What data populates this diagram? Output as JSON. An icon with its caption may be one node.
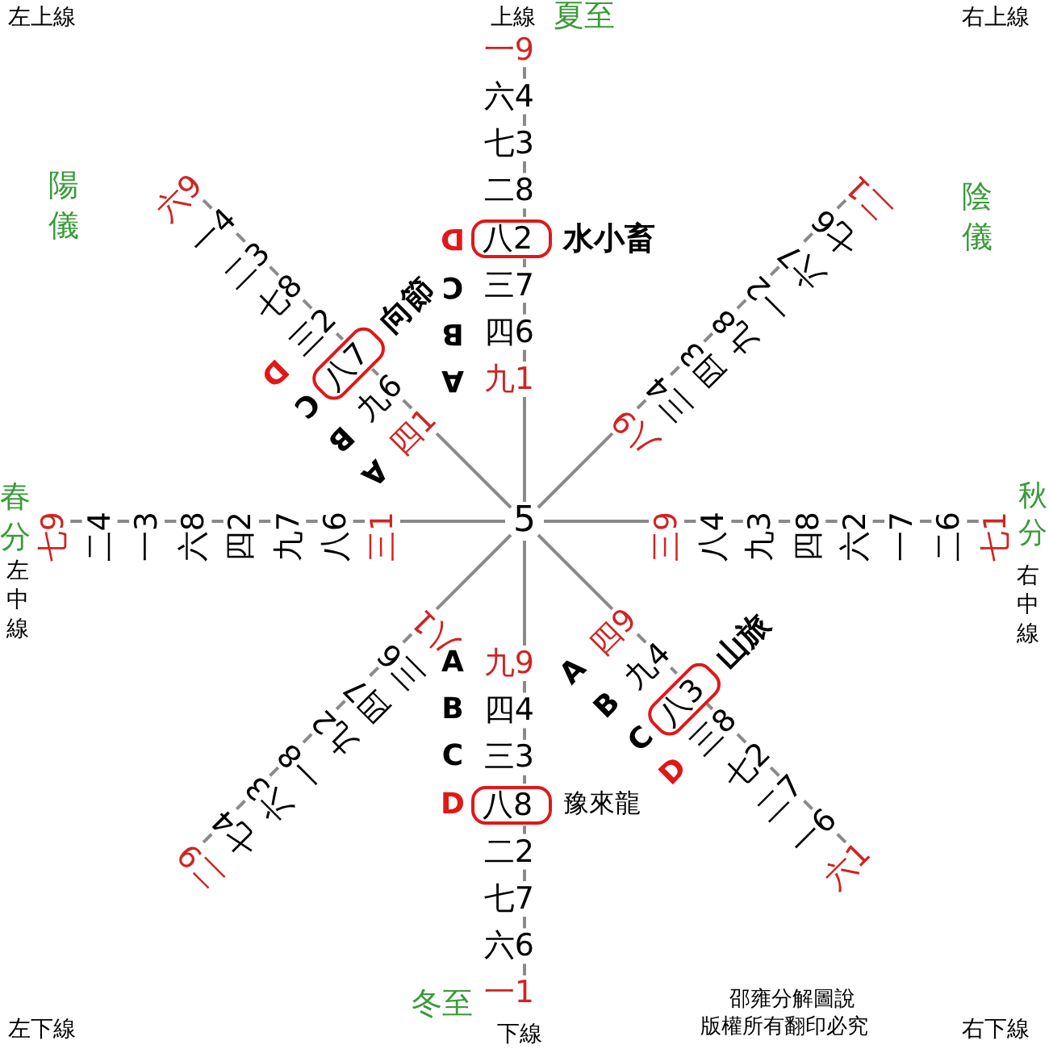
{
  "diagram": {
    "nodes": [
      {
        "text": [
          "5"
        ]
      },
      {
        "text": [
          "九1"
        ]
      },
      {
        "text": [
          "四6"
        ]
      },
      {
        "text": [
          "三7"
        ]
      },
      {
        "text": [
          "八2"
        ],
        "beside": [
          "水小畜"
        ]
      },
      {
        "text": [
          "二8"
        ]
      },
      {
        "text": [
          "七3"
        ]
      },
      {
        "text": [
          "六4"
        ]
      },
      {
        "text": [
          "一9"
        ]
      },
      {
        "text": [
          "八9"
        ]
      },
      {
        "text": [
          "三4"
        ]
      },
      {
        "text": [
          "四3"
        ]
      },
      {
        "text": [
          "九8"
        ]
      },
      {
        "text": [
          "一2"
        ]
      },
      {
        "text": [
          "六7"
        ]
      },
      {
        "text": [
          "七6"
        ]
      },
      {
        "text": [
          "二1"
        ]
      },
      {
        "text": [
          "三9"
        ]
      },
      {
        "text": [
          "八4"
        ]
      },
      {
        "text": [
          "九3"
        ]
      },
      {
        "text": [
          "四8"
        ]
      },
      {
        "text": [
          "六2"
        ]
      },
      {
        "text": [
          "一7"
        ]
      },
      {
        "text": [
          "二6"
        ]
      },
      {
        "text": [
          "七1"
        ]
      },
      {
        "text": [
          "四9"
        ]
      },
      {
        "text": [
          "九4"
        ]
      },
      {
        "text": [
          "八3"
        ],
        "beside": [
          "山旅"
        ]
      },
      {
        "text": [
          "三8"
        ]
      },
      {
        "text": [
          "七2"
        ]
      },
      {
        "text": [
          "二7"
        ]
      },
      {
        "text": [
          "一6"
        ]
      },
      {
        "text": [
          "六1"
        ]
      },
      {
        "text": [
          "九9"
        ]
      },
      {
        "text": [
          "四4"
        ]
      },
      {
        "text": [
          "三3"
        ]
      },
      {
        "text": [
          "八8"
        ],
        "beside": [
          "豫來龍"
        ]
      },
      {
        "text": [
          "二2"
        ]
      },
      {
        "text": [
          "七7"
        ]
      },
      {
        "text": [
          "六6"
        ]
      },
      {
        "text": [
          "一1"
        ]
      },
      {
        "text": [
          "八1"
        ]
      },
      {
        "text": [
          "三6"
        ]
      },
      {
        "text": [
          "四7"
        ]
      },
      {
        "text": [
          "九2"
        ]
      },
      {
        "text": [
          "一8"
        ]
      },
      {
        "text": [
          "六3"
        ]
      },
      {
        "text": [
          "七4"
        ]
      },
      {
        "text": [
          "二9"
        ]
      },
      {
        "text": [
          "三1"
        ]
      },
      {
        "text": [
          "八6"
        ]
      },
      {
        "text": [
          "九7"
        ]
      },
      {
        "text": [
          "四2"
        ]
      },
      {
        "text": [
          "六8"
        ]
      },
      {
        "text": [
          "一3"
        ]
      },
      {
        "text": [
          "二4"
        ]
      },
      {
        "text": [
          "七9"
        ]
      },
      {
        "text": [
          "四1"
        ]
      },
      {
        "text": [
          "九6"
        ]
      },
      {
        "text": [
          "八7"
        ],
        "beside": [
          "向節"
        ]
      },
      {
        "text": [
          "三2"
        ]
      },
      {
        "text": [
          "七8"
        ]
      },
      {
        "text": [
          "二3"
        ]
      },
      {
        "text": [
          "一4"
        ]
      },
      {
        "text": [
          "六9"
        ]
      }
    ],
    "edges": [
      {
        "from": 0,
        "to": 1,
        "arrow": "none"
      },
      {
        "from": 1,
        "to": 2,
        "arrow": "none"
      },
      {
        "from": 2,
        "to": 3,
        "arrow": "none"
      },
      {
        "from": 3,
        "to": 4,
        "arrow": "none"
      },
      {
        "from": 4,
        "to": 5,
        "arrow": "none"
      },
      {
        "from": 5,
        "to": 6,
        "arrow": "none"
      },
      {
        "from": 6,
        "to": 7,
        "arrow": "none"
      },
      {
        "from": 7,
        "to": 8,
        "arrow": "none"
      },
      {
        "from": 0,
        "to": 9,
        "arrow": "none"
      },
      {
        "from": 9,
        "to": 10,
        "arrow": "none"
      },
      {
        "from": 10,
        "to": 11,
        "arrow": "none"
      },
      {
        "from": 11,
        "to": 12,
        "arrow": "none"
      },
      {
        "from": 12,
        "to": 13,
        "arrow": "none"
      },
      {
        "from": 13,
        "to": 14,
        "arrow": "none"
      },
      {
        "from": 14,
        "to": 15,
        "arrow": "none"
      },
      {
        "from": 15,
        "to": 16,
        "arrow": "none"
      },
      {
        "from": 0,
        "to": 17,
        "arrow": "none"
      },
      {
        "from": 17,
        "to": 18,
        "arrow": "none"
      },
      {
        "from": 18,
        "to": 19,
        "arrow": "none"
      },
      {
        "from": 19,
        "to": 20,
        "arrow": "none"
      },
      {
        "from": 20,
        "to": 21,
        "arrow": "none"
      },
      {
        "from": 21,
        "to": 22,
        "arrow": "none"
      },
      {
        "from": 22,
        "to": 23,
        "arrow": "none"
      },
      {
        "from": 23,
        "to": 24,
        "arrow": "none"
      },
      {
        "from": 0,
        "to": 25,
        "arrow": "none"
      },
      {
        "from": 25,
        "to": 26,
        "arrow": "none"
      },
      {
        "from": 26,
        "to": 27,
        "arrow": "none"
      },
      {
        "from": 27,
        "to": 28,
        "arrow": "none"
      },
      {
        "from": 28,
        "to": 29,
        "arrow": "none"
      },
      {
        "from": 29,
        "to": 30,
        "arrow": "none"
      },
      {
        "from": 30,
        "to": 31,
        "arrow": "none"
      },
      {
        "from": 31,
        "to": 32,
        "arrow": "none"
      },
      {
        "from": 0,
        "to": 33,
        "arrow": "none"
      },
      {
        "from": 33,
        "to": 34,
        "arrow": "none"
      },
      {
        "from": 34,
        "to": 35,
        "arrow": "none"
      },
      {
        "from": 35,
        "to": 36,
        "arrow": "none"
      },
      {
        "from": 36,
        "to": 37,
        "arrow": "none"
      },
      {
        "from": 37,
        "to": 38,
        "arrow": "none"
      },
      {
        "from": 38,
        "to": 39,
        "arrow": "none"
      },
      {
        "from": 39,
        "to": 40,
        "arrow": "none"
      },
      {
        "from": 0,
        "to": 41,
        "arrow": "none"
      },
      {
        "from": 41,
        "to": 42,
        "arrow": "none"
      },
      {
        "from": 42,
        "to": 43,
        "arrow": "none"
      },
      {
        "from": 43,
        "to": 44,
        "arrow": "none"
      },
      {
        "from": 44,
        "to": 45,
        "arrow": "none"
      },
      {
        "from": 45,
        "to": 46,
        "arrow": "none"
      },
      {
        "from": 46,
        "to": 47,
        "arrow": "none"
      },
      {
        "from": 47,
        "to": 48,
        "arrow": "none"
      },
      {
        "from": 0,
        "to": 49,
        "arrow": "none"
      },
      {
        "from": 49,
        "to": 50,
        "arrow": "none"
      },
      {
        "from": 50,
        "to": 51,
        "arrow": "none"
      },
      {
        "from": 51,
        "to": 52,
        "arrow": "none"
      },
      {
        "from": 52,
        "to": 53,
        "arrow": "none"
      },
      {
        "from": 53,
        "to": 54,
        "arrow": "none"
      },
      {
        "from": 54,
        "to": 55,
        "arrow": "none"
      },
      {
        "from": 55,
        "to": 56,
        "arrow": "none"
      },
      {
        "from": 0,
        "to": 57,
        "arrow": "none"
      },
      {
        "from": 57,
        "to": 58,
        "arrow": "none"
      },
      {
        "from": 58,
        "to": 59,
        "arrow": "none"
      },
      {
        "from": 59,
        "to": 60,
        "arrow": "none"
      },
      {
        "from": 60,
        "to": 61,
        "arrow": "none"
      },
      {
        "from": 61,
        "to": 62,
        "arrow": "none"
      },
      {
        "from": 62,
        "to": 63,
        "arrow": "none"
      },
      {
        "from": 63,
        "to": 64,
        "arrow": "none"
      }
    ],
    "labels": [
      "左上線",
      "上線",
      "夏至",
      "右上線",
      "陽儀",
      "陰儀",
      "春分",
      "秋分",
      "左中線",
      "右中線",
      "左下線",
      "冬至",
      "下線",
      "右下線",
      "邵雍分解圖說",
      "版權所有翻印必究",
      "A",
      "B",
      "C",
      "D",
      "A",
      "B",
      "C",
      "D",
      "A",
      "B",
      "C",
      "D",
      "A",
      "B",
      "C",
      "D"
    ]
  }
}
